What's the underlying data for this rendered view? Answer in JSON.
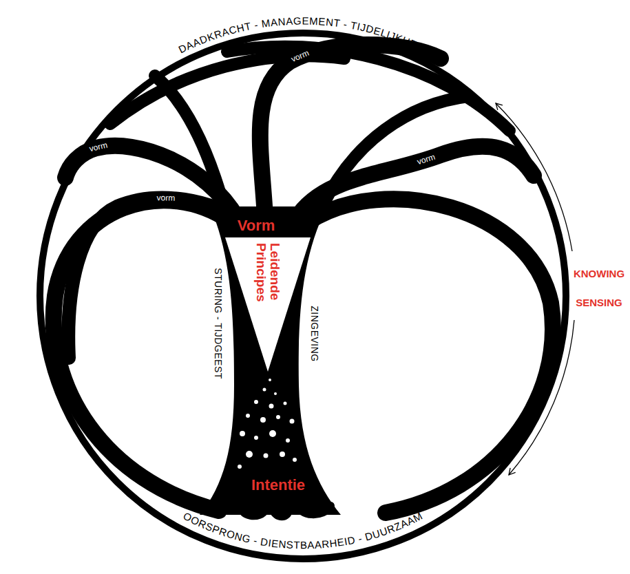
{
  "diagram": {
    "nodes": [
      {
        "text": [
          "Leidende Principes"
        ]
      }
    ],
    "labels": [
      "DAADKRACHT - MANAGEMENT - TIJDELIJKHEID",
      "vorm",
      "vorm",
      "vorm",
      "vorm",
      "Vorm",
      "STURING - TIJDGEEST",
      "ZINGEVING",
      "KNOWING",
      "SENSING",
      "Intentie",
      "OORSPRONG - DIENSTBAARHEID - DUURZAAM"
    ]
  }
}
